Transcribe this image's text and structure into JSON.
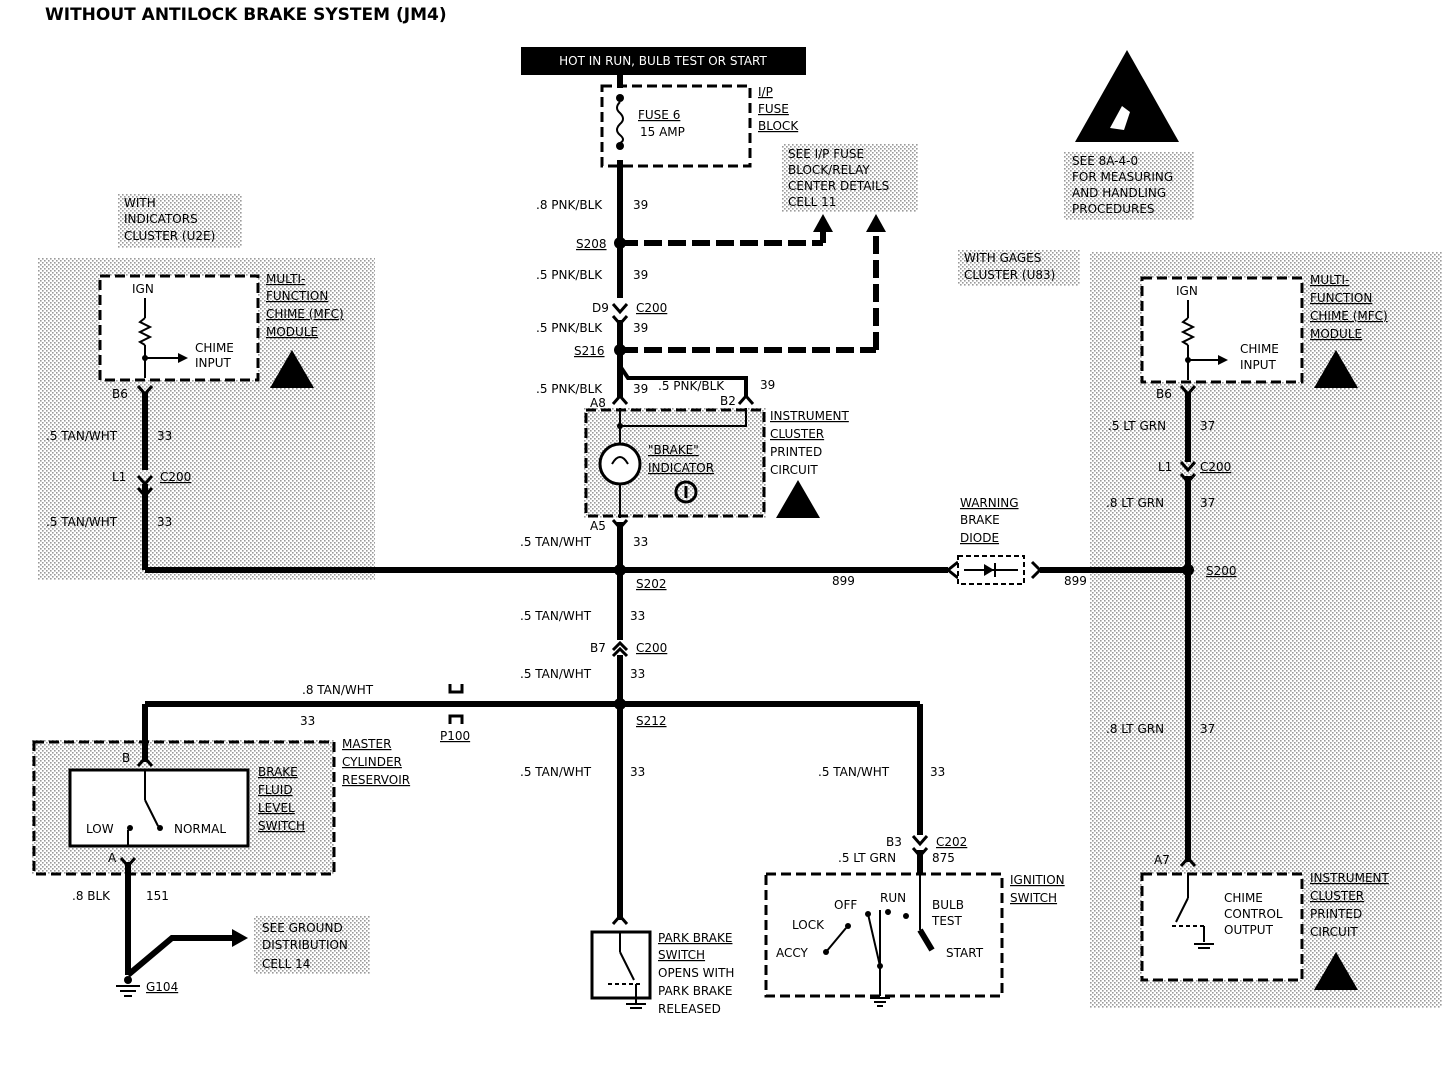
{
  "title": "WITHOUT ANTILOCK BRAKE SYSTEM (JM4)",
  "power_header": "HOT IN RUN, BULB TEST OR START",
  "fuse_block": {
    "label_lines": [
      "I/P",
      "FUSE",
      "BLOCK"
    ],
    "fuse": "FUSE 6",
    "rating": "15 AMP"
  },
  "esd_note": [
    "SEE 8A-4-0",
    "FOR MEASURING",
    "AND HANDLING",
    "PROCEDURES"
  ],
  "fuse_detail_note": [
    "SEE I/P FUSE",
    "BLOCK/RELAY",
    "CENTER DETAILS",
    "CELL 11"
  ],
  "left_cluster_note": [
    "WITH",
    "INDICATORS",
    "CLUSTER (U2E)"
  ],
  "right_cluster_note": [
    "WITH GAGES",
    "CLUSTER (U83)"
  ],
  "mfc_module": {
    "label_lines": [
      "MULTI-",
      "FUNCTION",
      "CHIME (MFC)",
      "MODULE"
    ],
    "ign": "IGN",
    "input_lines": [
      "CHIME",
      "INPUT"
    ]
  },
  "instrument_cluster_printed": [
    "INSTRUMENT",
    "CLUSTER",
    "PRINTED",
    "CIRCUIT"
  ],
  "brake_indicator": [
    "\"BRAKE\"",
    "INDICATOR"
  ],
  "warning_diode": [
    "WARNING",
    "BRAKE",
    "DIODE"
  ],
  "master_cylinder": [
    "MASTER",
    "CYLINDER",
    "RESERVOIR"
  ],
  "fluid_switch": {
    "label_lines": [
      "BRAKE",
      "FLUID",
      "LEVEL",
      "SWITCH"
    ],
    "low": "LOW",
    "normal": "NORMAL"
  },
  "park_brake": [
    "PARK BRAKE",
    "SWITCH",
    "OPENS WITH",
    "PARK BRAKE",
    "RELEASED"
  ],
  "ignition_switch": {
    "label_lines": [
      "IGNITION",
      "SWITCH"
    ],
    "lock": "LOCK",
    "off": "OFF",
    "run": "RUN",
    "accy": "ACCY",
    "bulb_test": [
      "BULB",
      "TEST"
    ],
    "start": "START"
  },
  "ground_note": [
    "SEE GROUND",
    "DISTRIBUTION",
    "CELL 14"
  ],
  "chime_control": [
    "CHIME",
    "CONTROL",
    "OUTPUT"
  ],
  "splices": {
    "s208": "S208",
    "s216": "S216",
    "s202": "S202",
    "s212": "S212",
    "s200": "S200"
  },
  "connectors": {
    "c200": "C200",
    "c202": "C202",
    "p100": "P100",
    "g104": "G104"
  },
  "pins": {
    "d9": "D9",
    "a8": "A8",
    "b2": "B2",
    "a5": "A5",
    "b7": "B7",
    "b6": "B6",
    "l1": "L1",
    "b": "B",
    "a": "A",
    "b3": "B3",
    "a7": "A7"
  },
  "wires": {
    "pnk_blk_08": ".8 PNK/BLK",
    "pnk_blk_05": ".5 PNK/BLK",
    "tan_wht_05": ".5 TAN/WHT",
    "tan_wht_08": ".8 TAN/WHT",
    "lt_grn_05": ".5 LT GRN",
    "lt_grn_08": ".8 LT GRN",
    "blk_08": ".8 BLK",
    "c39": "39",
    "c33": "33",
    "c37": "37",
    "c899": "899",
    "c151": "151",
    "c875": "875"
  }
}
